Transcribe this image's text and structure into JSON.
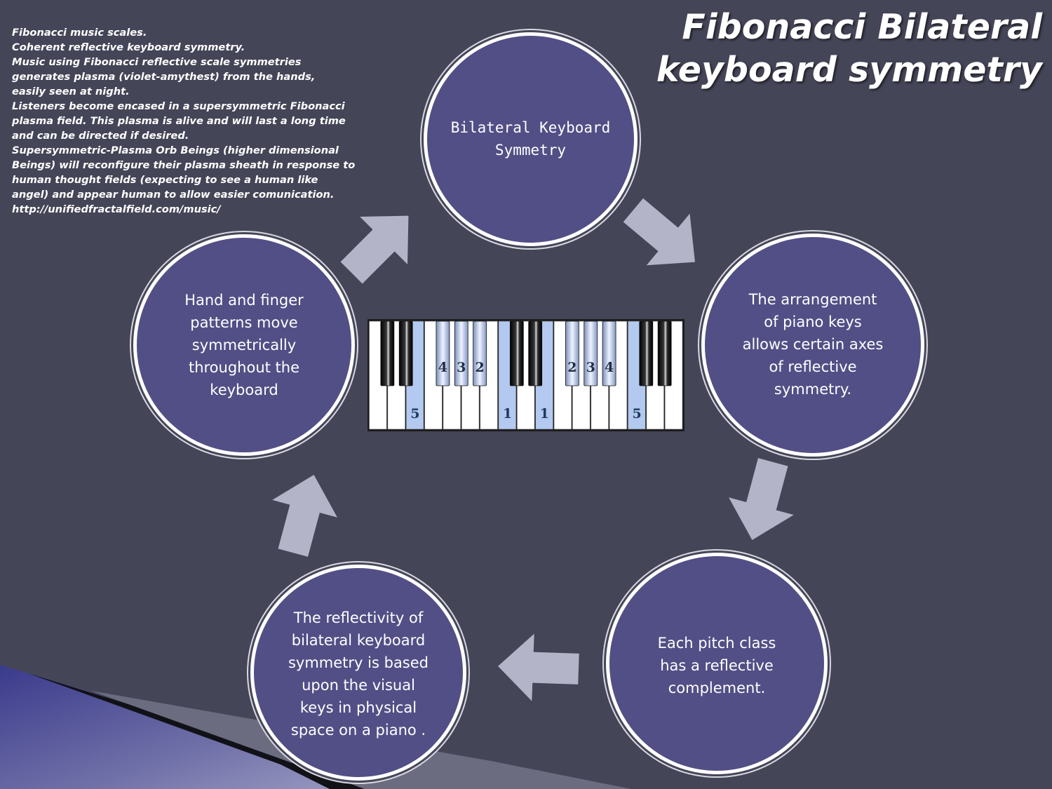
{
  "title": {
    "line1": "Fibonacci Bilateral",
    "line2": "keyboard symmetry"
  },
  "notes": [
    "Fibonacci music scales.",
    "Coherent reflective keyboard symmetry.",
    "Music using Fibonacci reflective scale symmetries",
    "generates plasma (violet-amythest) from the hands,",
    "easily seen at night.",
    "Listeners become encased in a supersymmetric Fibonacci",
    "plasma field. This plasma is alive and will last a long time",
    "and can be directed if desired.",
    "Supersymmetric-Plasma Orb Beings (higher dimensional",
    "Beings) will reconfigure their plasma sheath in response to",
    "human thought fields (expecting to see a human like",
    "angel) and appear human to allow easier comunication.",
    "http://unifiedfractalfield.com/music/"
  ],
  "cycle": {
    "top": [
      "Bilateral  Keyboard",
      "Symmetry"
    ],
    "right": [
      "The arrangement",
      "of piano keys",
      "allows certain axes",
      "of reflective",
      "symmetry."
    ],
    "bottom_right": [
      "Each  pitch class",
      "has a reflective",
      "complement."
    ],
    "bottom_left": [
      "The reflectivity of",
      "bilateral keyboard",
      "symmetry is based",
      "upon the visual",
      "keys in physical",
      "space on a piano ."
    ],
    "left": [
      "Hand and finger",
      "patterns move",
      "symmetrically",
      "throughout the",
      "keyboard"
    ]
  },
  "keyboard": {
    "white_key_count": 17,
    "highlighted_white_keys": [
      2,
      7,
      9,
      14
    ],
    "white_key_numbers": {
      "2": "5",
      "7": "1",
      "9": "1",
      "14": "5"
    },
    "black_keys": [
      {
        "after": 1,
        "highlighted": false,
        "number": ""
      },
      {
        "after": 2,
        "highlighted": false,
        "number": ""
      },
      {
        "after": 4,
        "highlighted": true,
        "number": "4"
      },
      {
        "after": 5,
        "highlighted": true,
        "number": "3"
      },
      {
        "after": 6,
        "highlighted": true,
        "number": "2"
      },
      {
        "after": 8,
        "highlighted": false,
        "number": ""
      },
      {
        "after": 9,
        "highlighted": false,
        "number": ""
      },
      {
        "after": 11,
        "highlighted": true,
        "number": "2"
      },
      {
        "after": 12,
        "highlighted": true,
        "number": "3"
      },
      {
        "after": 13,
        "highlighted": true,
        "number": "4"
      },
      {
        "after": 15,
        "highlighted": false,
        "number": ""
      },
      {
        "after": 16,
        "highlighted": false,
        "number": ""
      }
    ]
  },
  "colors": {
    "background": "#454558",
    "circle_fill": "#524f86",
    "arrow_fill": "#b4b4c8",
    "highlight_key": "#b3c9f0"
  }
}
